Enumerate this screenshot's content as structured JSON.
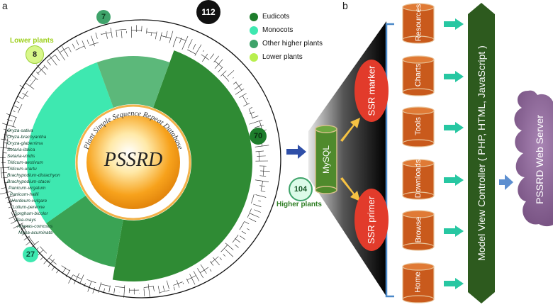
{
  "panels": {
    "a": "a",
    "b": "b"
  },
  "legend": [
    {
      "label": "Eudicots",
      "color": "#1e7d2c"
    },
    {
      "label": "Monocots",
      "color": "#3ee8b0"
    },
    {
      "label": "Other higher plants",
      "color": "#3fa36a"
    },
    {
      "label": "Lower plants",
      "color": "#b8ef4e"
    }
  ],
  "tree": {
    "center_title": "PSSRD",
    "center_subtitle": "Plant Simple Sequence Repeat Database",
    "lower_plants_label": "Lower plants",
    "higher_plants_label": "Higher plants",
    "counts": {
      "total": "112",
      "other_higher": "7",
      "lower": "8",
      "eudicots": "70",
      "higher": "104",
      "monocots": "27"
    },
    "monocot_species": [
      "Oryza-sativa",
      "Oryza-brachyantha",
      "Oryza-glaberrima",
      "Setaria-italica",
      "Setaria-viridis",
      "Triticum-aestivum",
      "Triticum-urartu",
      "Brachypodium-distachyon",
      "Brachypodium-stacei",
      "Panicum-virgatum",
      "Panicum-hallii",
      "Hordeum-vulgare",
      "Lolium-perenne",
      "Sorghum-bicolor",
      "Zea-mays",
      "Ananas-comosus",
      "Musa-acuminata"
    ]
  },
  "architecture": {
    "database": "MySQL",
    "ssr_marker": "SSR marker",
    "ssr_primer": "SSR primer",
    "modules": [
      "Resources",
      "Charts",
      "Tools",
      "Downloads",
      "Browse",
      "Home"
    ],
    "controller": "Model View Controller ( PHP, HTML, JavaScript )",
    "server": "PSSRD Web Server"
  }
}
